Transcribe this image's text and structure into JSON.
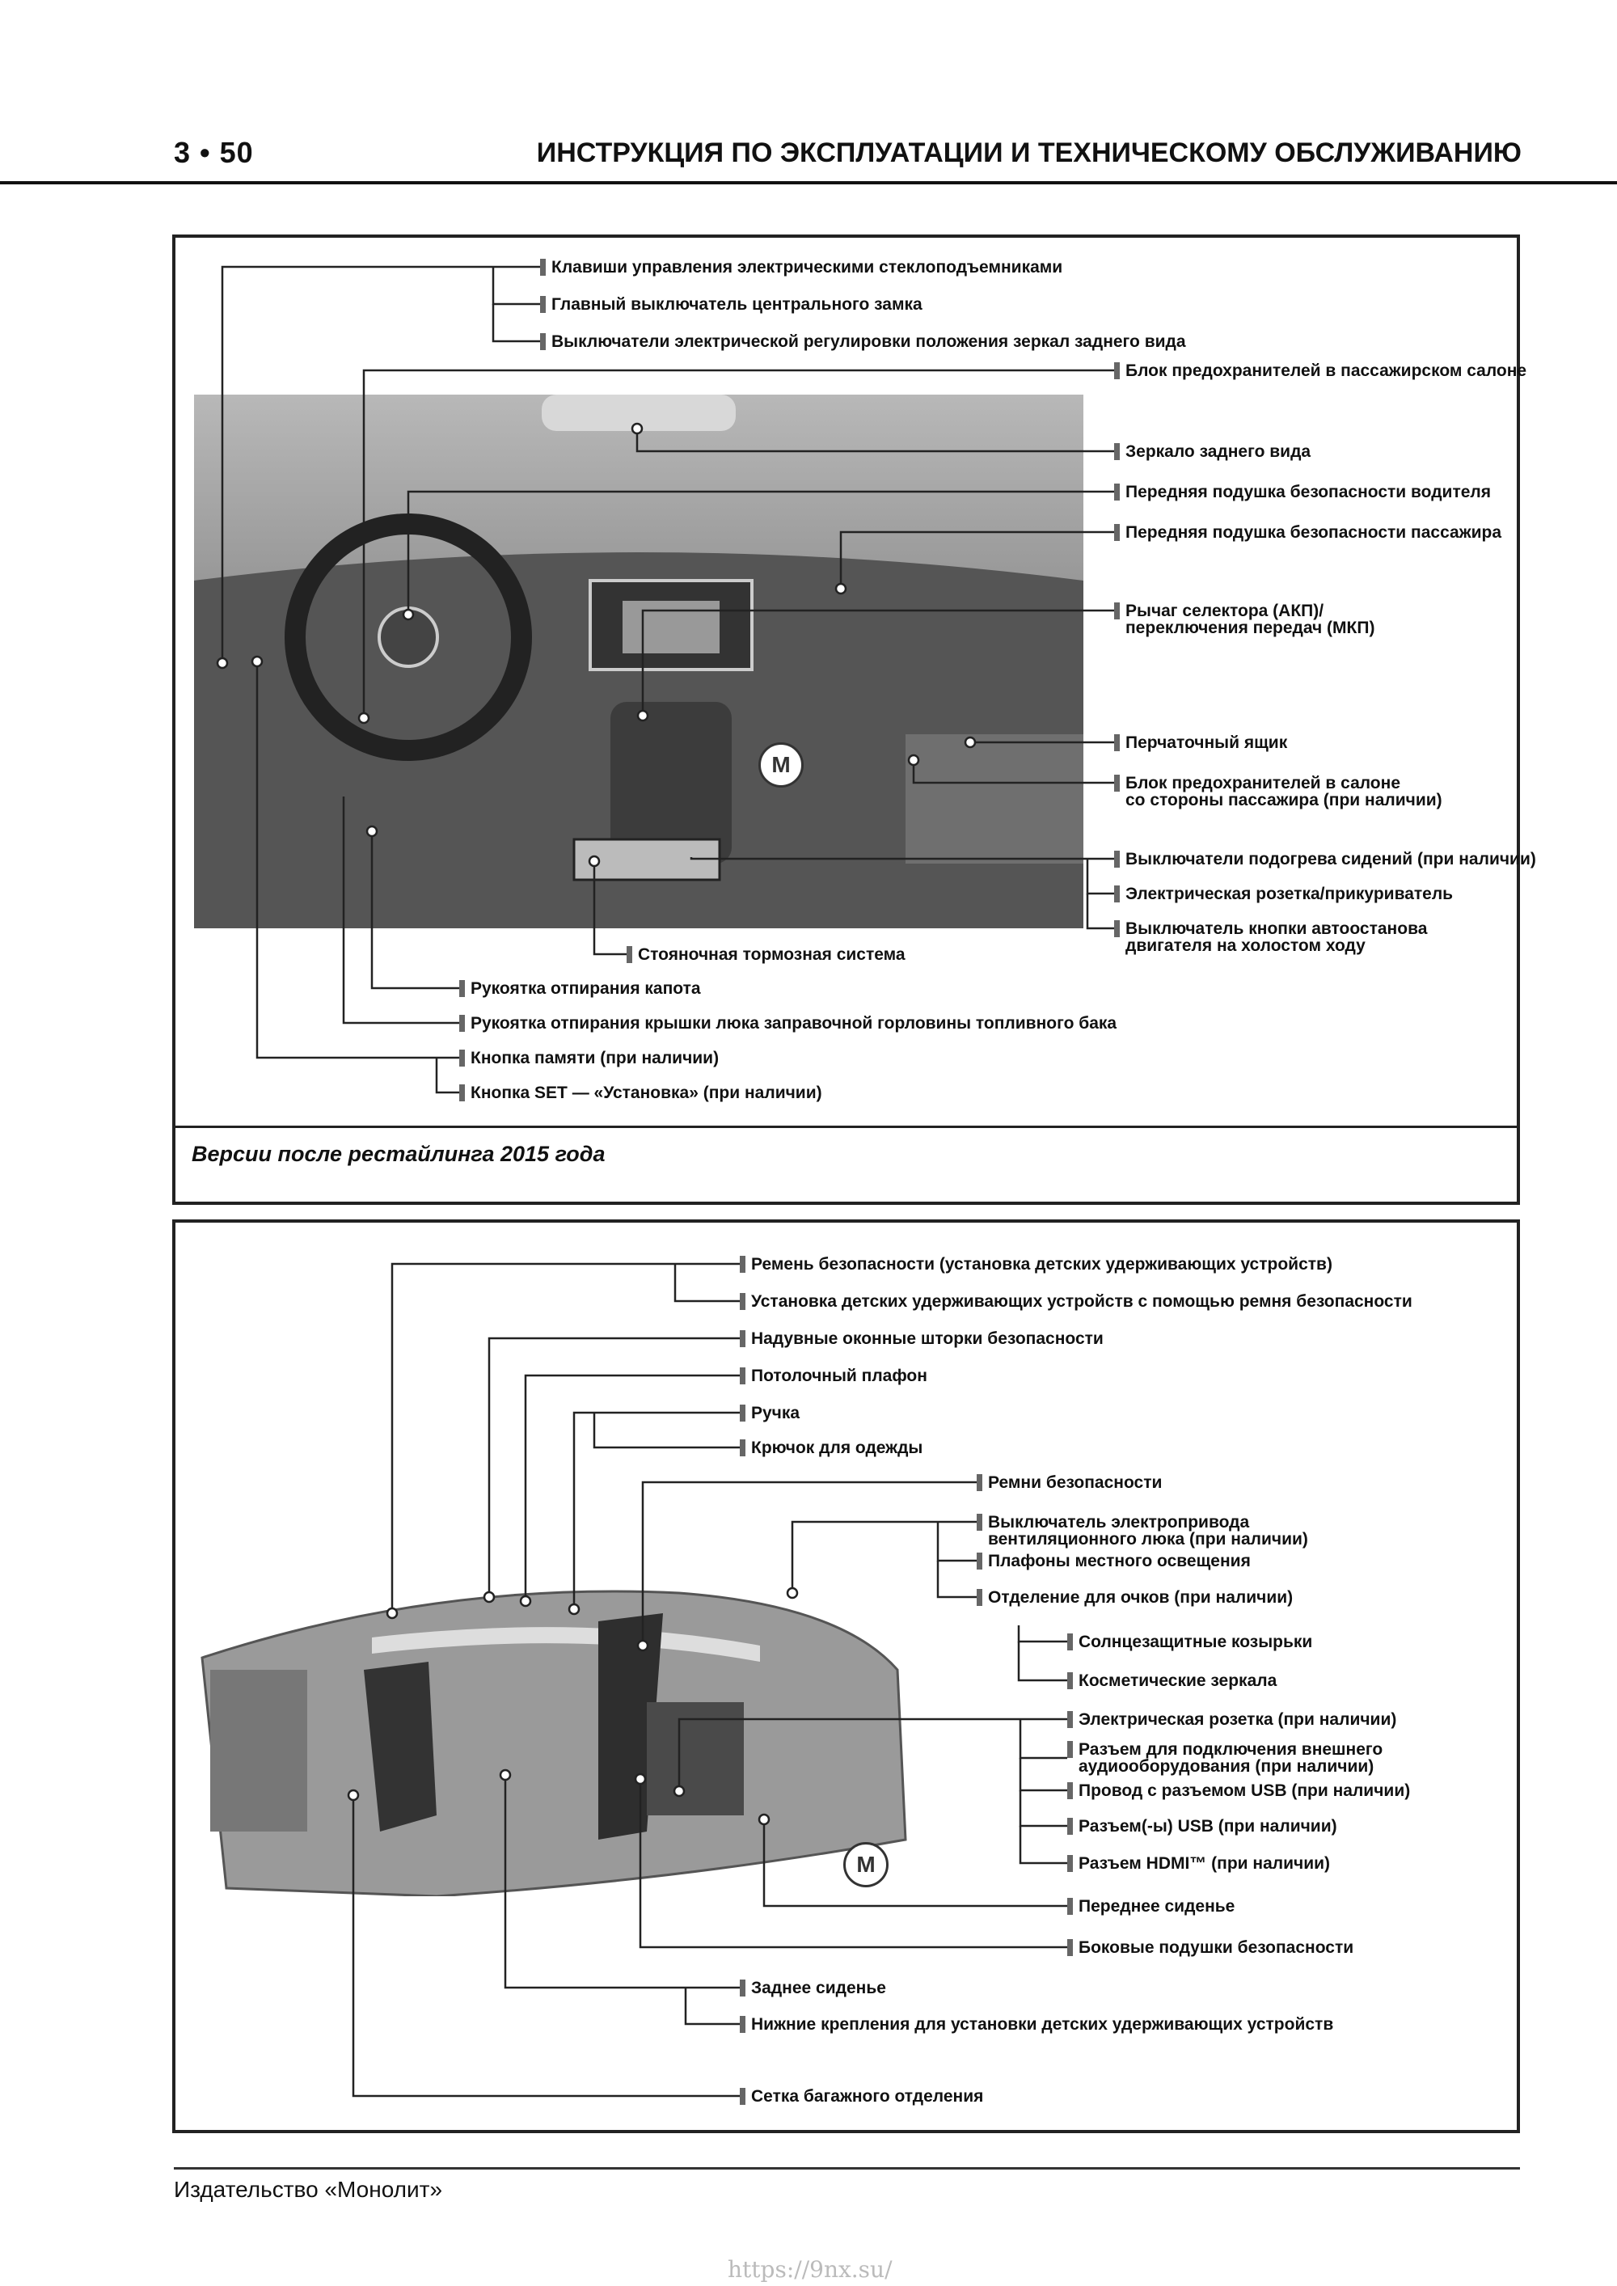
{
  "header": {
    "page_number": "3 • 50",
    "title": "ИНСТРУКЦИЯ ПО ЭКСПЛУАТАЦИИ И ТЕХНИЧЕСКОМУ ОБСЛУЖИВАНИЮ"
  },
  "panel1": {
    "labels": [
      "Клавиши управления электрическими стеклоподъемниками",
      "Главный выключатель центрального замка",
      "Выключатели электрической регулировки положения зеркал заднего вида",
      "Блок предохранителей в пассажирском салоне",
      "Зеркало заднего вида",
      "Передняя подушка безопасности водителя",
      "Передняя подушка безопасности пассажира",
      "Рычаг селектора (АКП)/\nпереключения передач (МКП)",
      "Перчаточный ящик",
      "Блок предохранителей в салоне\nсо стороны пассажира (при наличии)",
      "Выключатели подогрева сидений (при наличии)",
      "Электрическая розетка/прикуриватель",
      "Выключатель кнопки автоостанова\nдвигателя на холостом ходу",
      "Стояночная тормозная система",
      "Рукоятка отпирания капота",
      "Рукоятка отпирания крышки люка заправочной горловины топливного бака",
      "Кнопка памяти (при наличии)",
      "Кнопка SET — «Установка» (при наличии)"
    ],
    "caption": "Версии после рестайлинга 2015 года"
  },
  "panel2": {
    "labels": [
      "Ремень безопасности (установка детских удерживающих устройств)",
      "Установка детских удерживающих устройств с помощью ремня безопасности",
      "Надувные оконные шторки безопасности",
      "Потолочный плафон",
      "Ручка",
      "Крючок для одежды",
      "Ремни безопасности",
      "Выключатель электропривода\nвентиляционного люка (при наличии)",
      "Плафоны местного освещения",
      "Отделение для очков (при наличии)",
      "Солнцезащитные козырьки",
      "Косметические зеркала",
      "Электрическая розетка (при наличии)",
      "Разъем для подключения внешнего\nаудиооборудования (при наличии)",
      "Провод с разъемом USB (при наличии)",
      "Разъем(-ы) USB (при наличии)",
      "Разъем HDMI™ (при наличии)",
      "Переднее сиденье",
      "Боковые подушки безопасности",
      "Заднее сиденье",
      "Нижние крепления для установки детских удерживающих устройств",
      "Сетка багажного отделения"
    ]
  },
  "footer": {
    "publisher": "Издательство «Монолит»",
    "url": "https://9nx.su/"
  },
  "colors": {
    "text": "#111111",
    "rule": "#222222",
    "label_marker": "#666666"
  }
}
